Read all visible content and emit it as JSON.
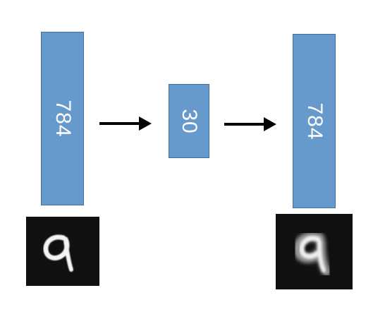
{
  "layers": {
    "input": {
      "label": "784"
    },
    "code": {
      "label": "30"
    },
    "output": {
      "label": "784"
    }
  },
  "colors": {
    "layer_fill": "#6699cc",
    "layer_border": "#41709c",
    "arrow": "#000000",
    "digit_bg": "#101010"
  },
  "icons": {
    "arrow_1": "right-arrow-icon",
    "arrow_2": "right-arrow-icon"
  }
}
